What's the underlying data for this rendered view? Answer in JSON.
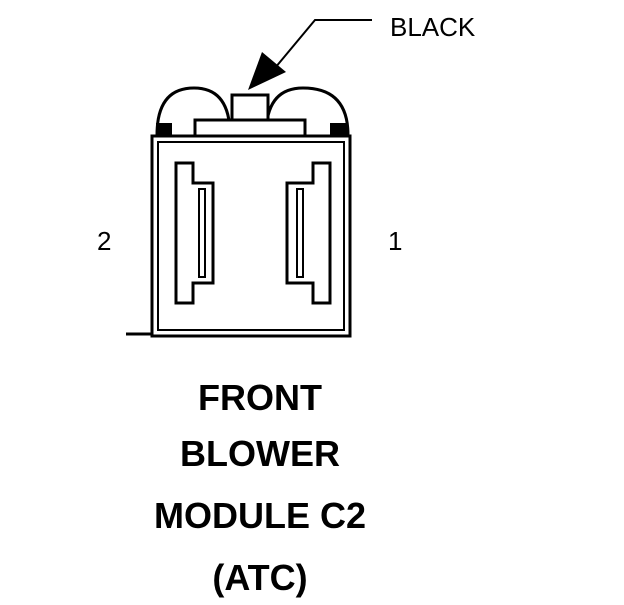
{
  "connector": {
    "wire_color_label": "BLACK",
    "pin_left_label": "2",
    "pin_right_label": "1"
  },
  "title": {
    "line1": "FRONT",
    "line2": "BLOWER",
    "line3": "MODULE C2",
    "line4": "(ATC)"
  },
  "colors": {
    "line": "#000000",
    "background": "#ffffff"
  }
}
